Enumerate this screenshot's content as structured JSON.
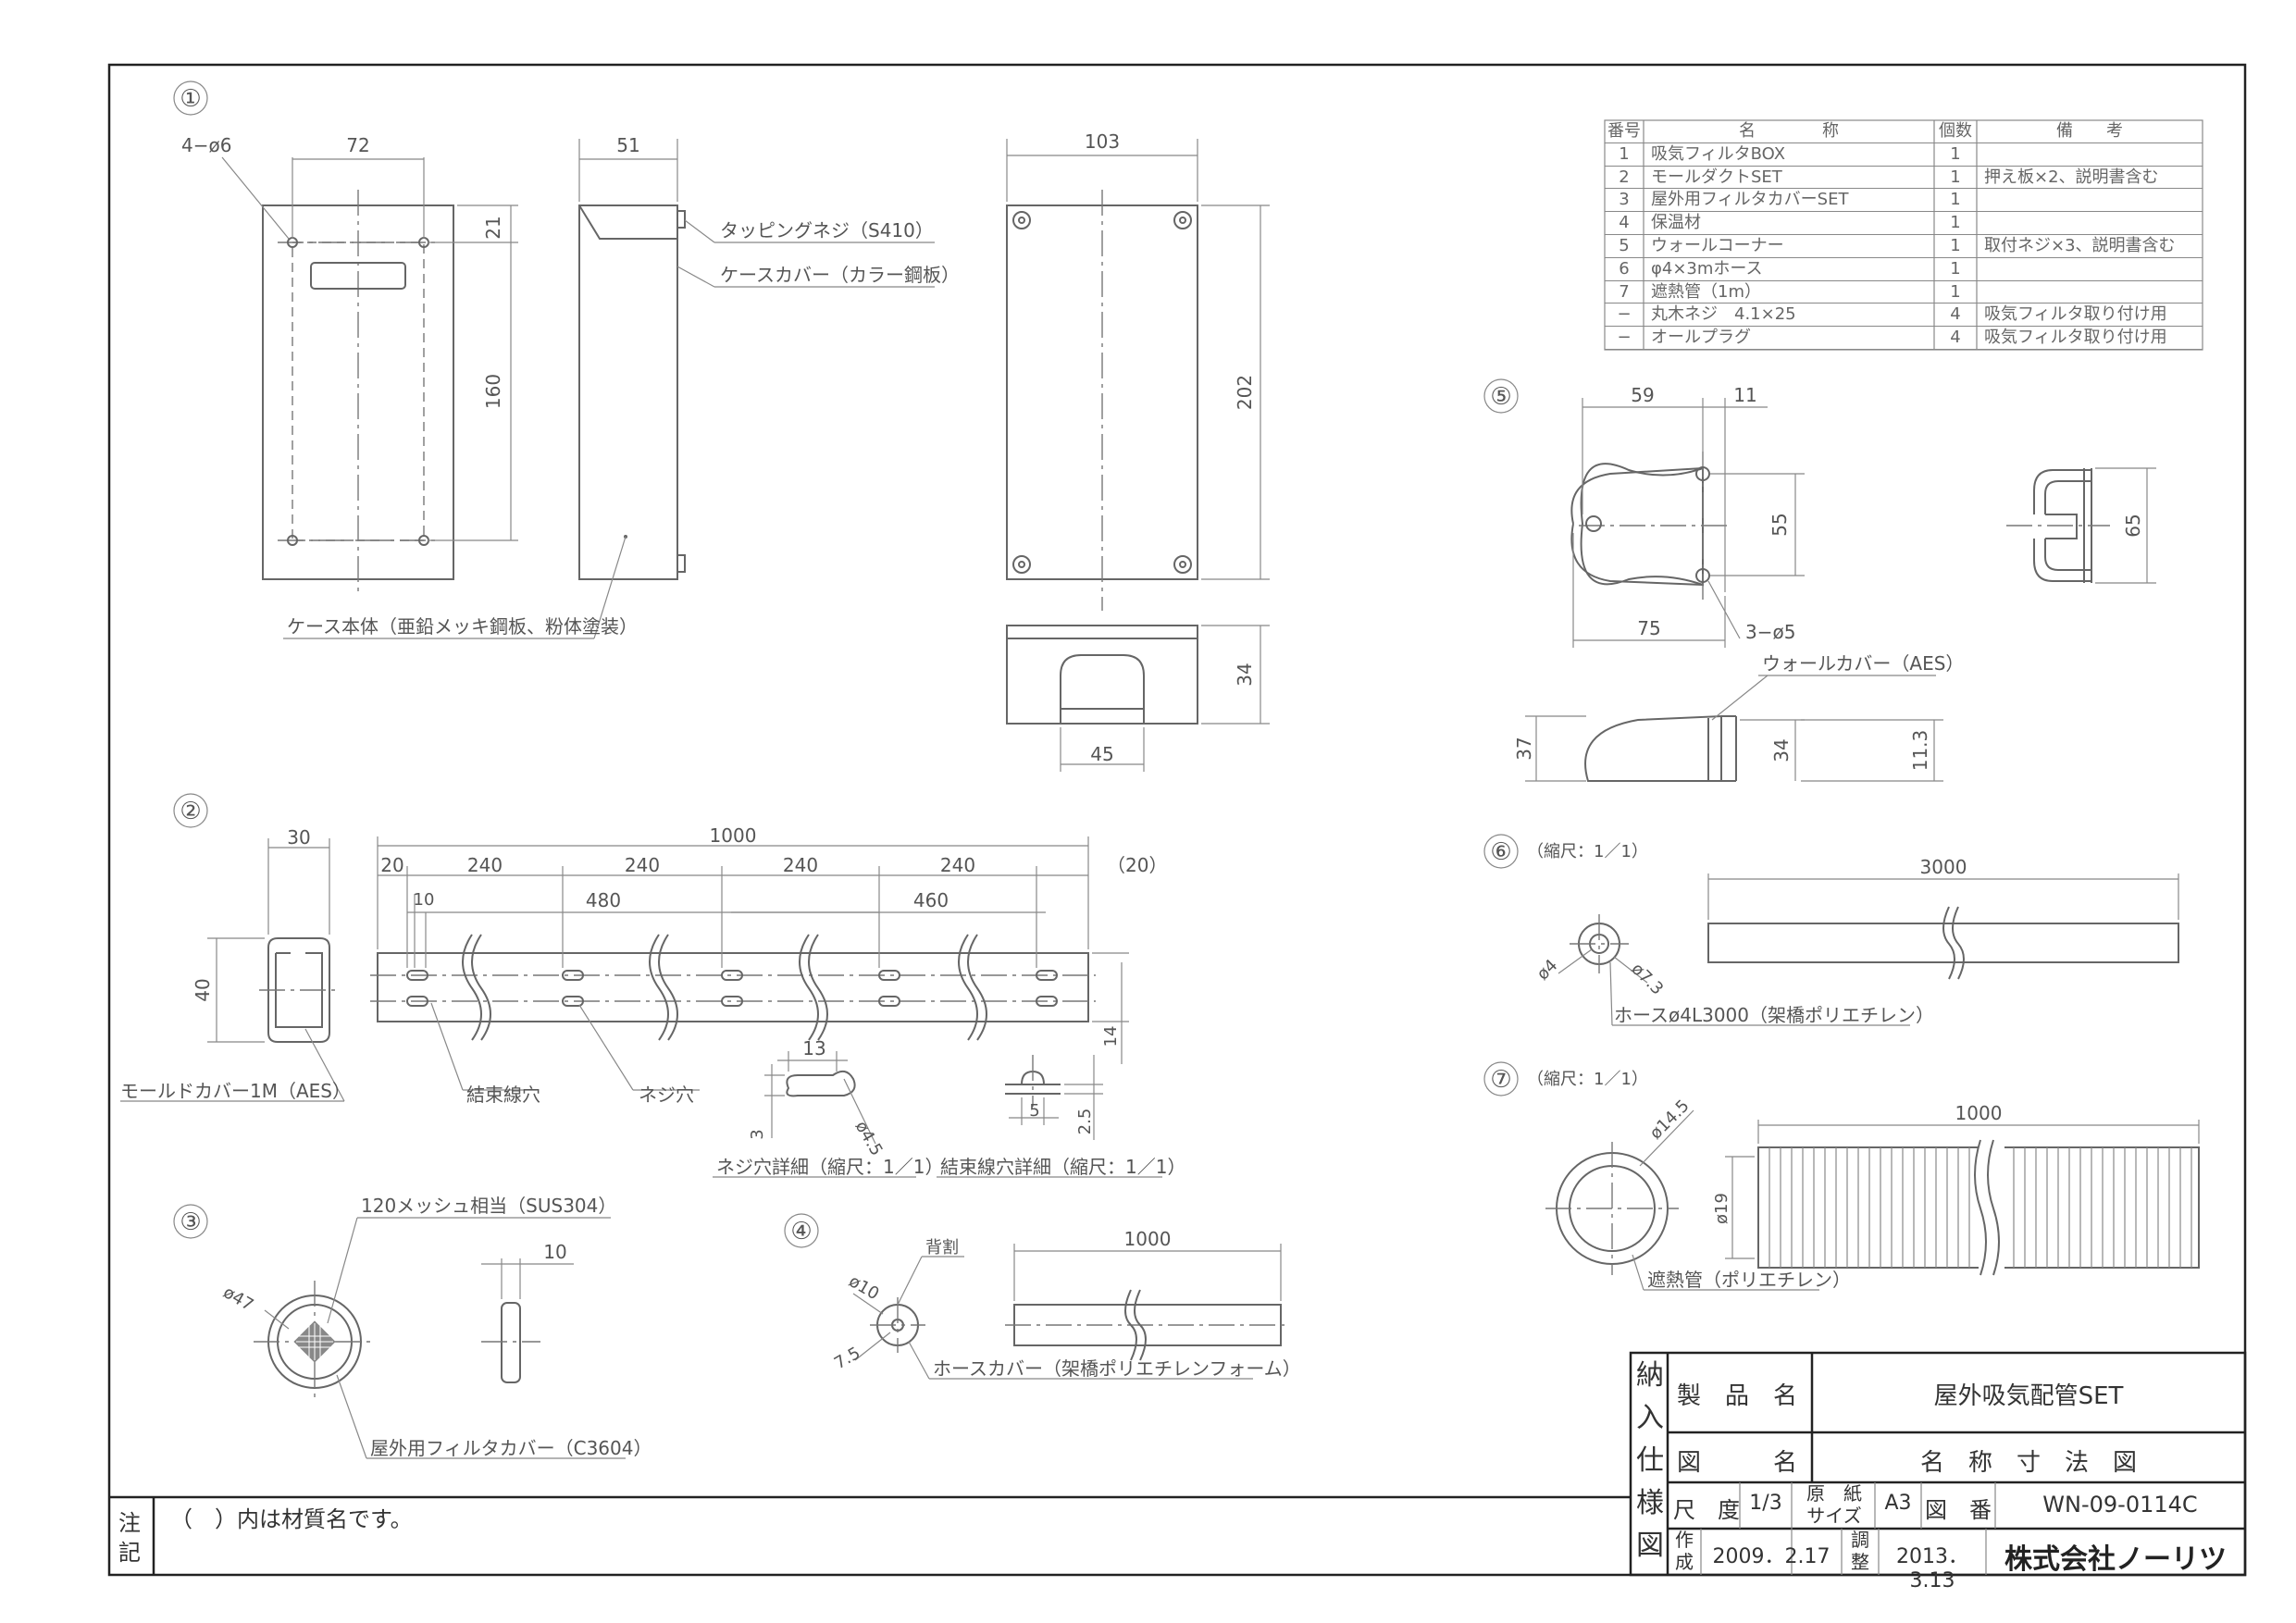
{
  "views": {
    "v1": {
      "num": "①",
      "holes": "4−ø6",
      "w72": "72",
      "d21": "21",
      "h160": "160",
      "w51": "51",
      "screw": "タッピングネジ（S410）",
      "cover": "ケースカバー（カラー鋼板）",
      "w103": "103",
      "h202": "202",
      "body": "ケース本体（亜鉛メッキ鋼板、粉体塗装）",
      "h34": "34",
      "w45": "45"
    },
    "v2": {
      "num": "②",
      "w30": "30",
      "h40": "40",
      "mold": "モールドカバー1M（AES）",
      "total": "1000",
      "s20": "20",
      "s240a": "240",
      "s240b": "240",
      "s240c": "240",
      "s240d": "240",
      "s20p": "（20）",
      "s10": "10",
      "s480": "480",
      "s460": "460",
      "d14": "14",
      "tie": "結束線穴",
      "screwhole": "ネジ穴",
      "d13": "13",
      "d3": "3",
      "d45": "ø4.5",
      "d5": "5",
      "d25": "2.5",
      "detail1": "ネジ穴詳細（縮尺：1／1）",
      "detail2": "結束線穴詳細（縮尺：1／1）"
    },
    "v3": {
      "num": "③",
      "mesh": "120メッシュ相当（SUS304）",
      "d47": "ø47",
      "w10": "10",
      "fcover": "屋外用フィルタカバー（C3604）"
    },
    "v4": {
      "num": "④",
      "split": "背割",
      "d10": "ø10",
      "d75": "7.5",
      "len": "1000",
      "hcover": "ホースカバー（架橋ポリエチレンフォーム）"
    },
    "v5": {
      "num": "⑤",
      "w59": "59",
      "w11": "11",
      "h55": "55",
      "w75": "75",
      "holes": "3−ø5",
      "h65": "65",
      "wallcover": "ウォールカバー（AES）",
      "h37": "37",
      "h34": "34",
      "h113": "11.3"
    },
    "v6": {
      "num": "⑥",
      "scale": "（縮尺：1／1）",
      "len": "3000",
      "d4": "ø4",
      "d73": "ø7.3",
      "hose": "ホースø4L3000（架橋ポリエチレン）"
    },
    "v7": {
      "num": "⑦",
      "scale": "（縮尺：1／1）",
      "len": "1000",
      "d145": "ø14.5",
      "d19": "ø19",
      "pipe": "遮熱管（ポリエチレン）"
    }
  },
  "parts_table": {
    "headers": [
      "番号",
      "名　　　　称",
      "個数",
      "備　　考"
    ],
    "rows": [
      [
        "1",
        "吸気フィルタBOX",
        "1",
        ""
      ],
      [
        "2",
        "モールダクトSET",
        "1",
        "押え板×2、説明書含む"
      ],
      [
        "3",
        "屋外用フィルタカバーSET",
        "1",
        ""
      ],
      [
        "4",
        "保温材",
        "1",
        ""
      ],
      [
        "5",
        "ウォールコーナー",
        "1",
        "取付ネジ×3、説明書含む"
      ],
      [
        "6",
        "φ4×3mホース",
        "1",
        ""
      ],
      [
        "7",
        "遮熱管（1m）",
        "1",
        ""
      ],
      [
        "−",
        "丸木ネジ　4.1×25",
        "4",
        "吸気フィルタ取り付け用"
      ],
      [
        "−",
        "オールプラグ",
        "4",
        "吸気フィルタ取り付け用"
      ]
    ]
  },
  "title_block": {
    "side": [
      "納",
      "入",
      "仕",
      "様",
      "図"
    ],
    "product_label": "製　品　名",
    "product_value": "屋外吸気配管SET",
    "drawing_label": "図　　　名",
    "drawing_value": "名　称　寸　法　図",
    "scale_label": "尺　度",
    "scale_value": "1/3",
    "paper_label_1": "原　紙",
    "paper_label_2": "サイズ",
    "paper_value": "A3",
    "number_label": "図　番",
    "number_value": "WN-09-0114C",
    "made_label_1": "作",
    "made_label_2": "成",
    "made_value": "2009．2.17",
    "adj_label_1": "調",
    "adj_label_2": "整",
    "adj_value": "2013．3.13",
    "company": "株式会社ノーリツ"
  },
  "notes": {
    "label_1": "注",
    "label_2": "記",
    "text": "（　）内は材質名です。"
  }
}
